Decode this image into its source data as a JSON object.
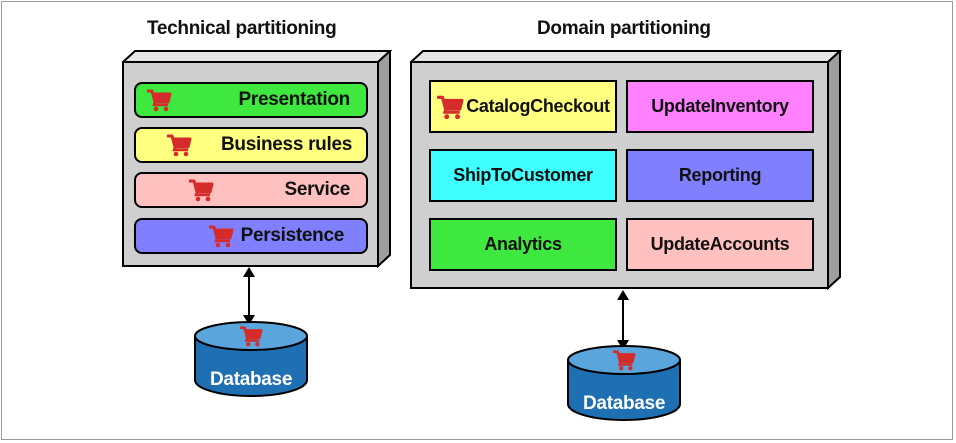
{
  "technical": {
    "title": "Technical partitioning",
    "layers": [
      {
        "label": "Presentation",
        "color": "#3ee83e"
      },
      {
        "label": "Business rules",
        "color": "#ffff80"
      },
      {
        "label": "Service",
        "color": "#ffc0c0"
      },
      {
        "label": "Persistence",
        "color": "#8080ff"
      }
    ],
    "database": "Database"
  },
  "domain": {
    "title": "Domain partitioning",
    "cells": [
      {
        "label": "CatalogCheckout",
        "color": "#ffff80"
      },
      {
        "label": "UpdateInventory",
        "color": "#ff80ff"
      },
      {
        "label": "ShipToCustomer",
        "color": "#40ffff"
      },
      {
        "label": "Reporting",
        "color": "#8080ff"
      },
      {
        "label": "Analytics",
        "color": "#3ee83e"
      },
      {
        "label": "UpdateAccounts",
        "color": "#ffc0c0"
      }
    ],
    "database": "Database"
  },
  "colors": {
    "box_fill": "#cfcfcf",
    "box_top": "#e6e6e6",
    "box_side": "#9e9e9e",
    "db_body": "#1f6fb3",
    "db_top": "#5aa5db",
    "cart": "#d62b2b"
  },
  "icons": [
    "shopping-cart-icon",
    "database-icon"
  ]
}
